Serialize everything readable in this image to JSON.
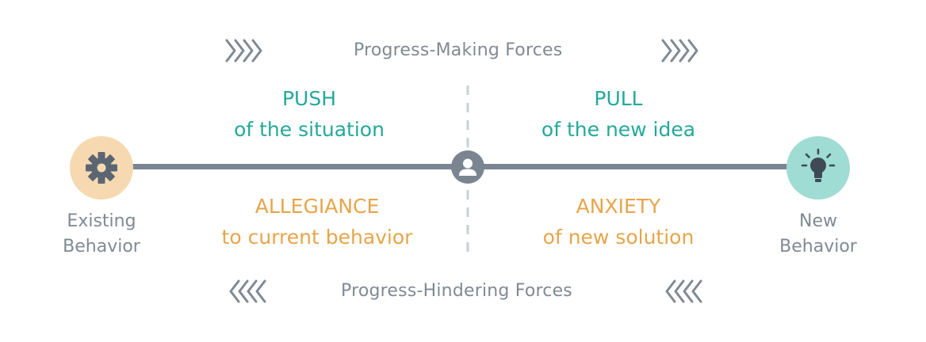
{
  "top": {
    "label": "Progress-Making Forces",
    "arrow_direction": "right"
  },
  "bottom": {
    "label": "Progress-Hindering Forces",
    "arrow_direction": "left"
  },
  "push": {
    "title": "PUSH",
    "subtitle": "of the situation"
  },
  "pull": {
    "title": "PULL",
    "subtitle": "of the new idea"
  },
  "allegiance": {
    "title": "ALLEGIANCE",
    "subtitle": "to current behavior"
  },
  "anxiety": {
    "title": "ANXIETY",
    "subtitle": "of new solution"
  },
  "existing": {
    "line1": "Existing",
    "line2": "Behavior",
    "icon": "gear-icon"
  },
  "new": {
    "line1": "New",
    "line2": "Behavior",
    "icon": "lightbulb-icon"
  },
  "center": {
    "icon": "user-icon"
  },
  "colors": {
    "teal": "#25a89a",
    "orange": "#e7a54a",
    "gray": "#7f8a94",
    "line": "#7a8591",
    "existing_bg": "#f6d9b0",
    "new_bg": "#9fdcd3"
  }
}
